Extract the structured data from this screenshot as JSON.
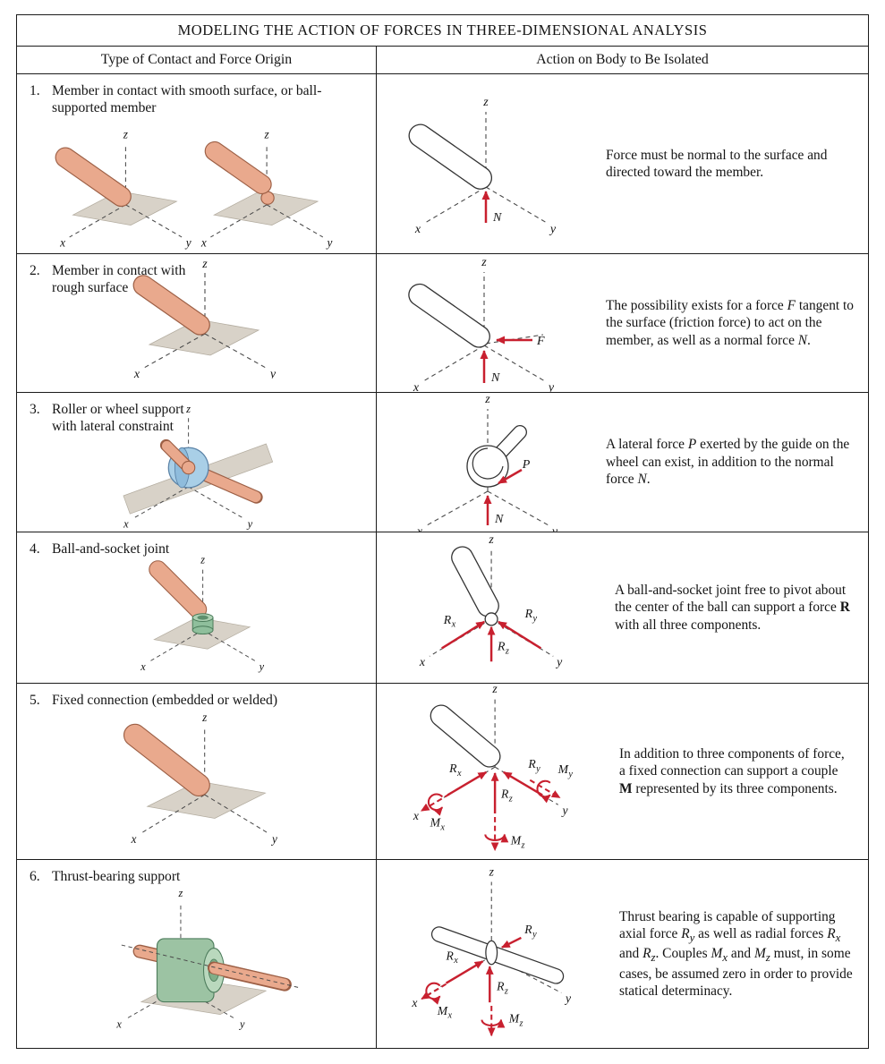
{
  "table": {
    "title": "MODELING THE ACTION OF FORCES IN THREE-DIMENSIONAL ANALYSIS",
    "columns": {
      "left": "Type of Contact and Force Origin",
      "right": "Action on Body to Be Isolated"
    }
  },
  "sym": {
    "x": "x",
    "y": "y",
    "z": "z",
    "N": "N",
    "F": "F",
    "P": "P",
    "R": "R",
    "M": "M"
  },
  "rows": [
    {
      "num": "1.",
      "title": "Member in contact with smooth surface, or ball-supported member",
      "desc_html": "Force must be normal to the surface and directed toward the member."
    },
    {
      "num": "2.",
      "title": "Member in contact with rough surface",
      "desc_html": "The possibility exists for a force <i>F</i> tangent to the surface (friction force) to act on the member, as well as a normal force <i>N</i>."
    },
    {
      "num": "3.",
      "title": "Roller or wheel support with lateral constraint",
      "desc_html": "A lateral force <i>P</i> exerted by the guide on the wheel can exist, in addition to the normal force <i>N</i>."
    },
    {
      "num": "4.",
      "title": "Ball-and-socket joint",
      "desc_html": "A ball-and-socket joint free to pivot about the center of the ball can support a force <b>R</b> with all three components."
    },
    {
      "num": "5.",
      "title": "Fixed connection (embedded or welded)",
      "desc_html": "In addition to three components of force, a fixed connection can support a couple <b>M</b> represented by its three components."
    },
    {
      "num": "6.",
      "title": "Thrust-bearing support",
      "desc_html": "Thrust bearing is capable of supporting axial force <i>R<sub>y</sub></i> as well as radial forces <i>R<sub>x</sub></i> and <i>R<sub>z</sub></i>. Couples <i>M<sub>x</sub></i> and <i>M<sub>z</sub></i> must, in some cases, be assumed zero in order to provide statical determinacy."
    }
  ],
  "colors": {
    "arrow": "#c8202f",
    "rod": "#e9a98d",
    "plane": "#d8d2c8",
    "wheel": "#a9cfe7",
    "bearing": "#9cc3a3"
  }
}
